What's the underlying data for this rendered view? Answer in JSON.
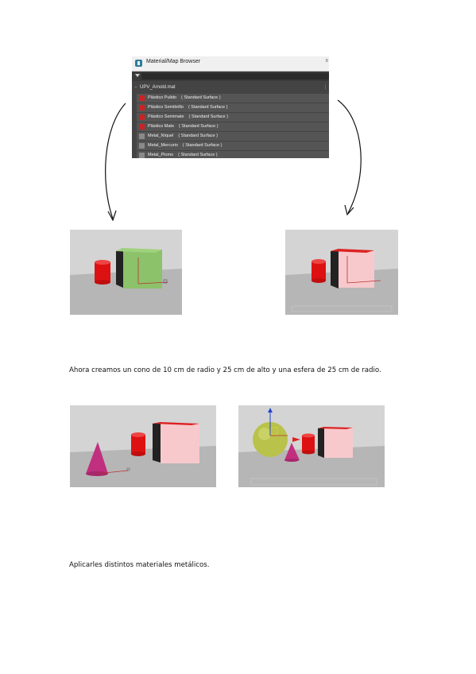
{
  "material_browser": {
    "title": "Material/Map Browser",
    "close_glyph": "x",
    "group": {
      "label": "UPV_Arnold.mat",
      "expander": "-"
    },
    "items": [
      {
        "name": "Plástico Pulido",
        "type": "( Standard Surface )",
        "swatch": "#cc2222"
      },
      {
        "name": "Plástico Semibrillo",
        "type": "( Standard Surface )",
        "swatch": "#cc2222"
      },
      {
        "name": "Plástico Semimate",
        "type": "( Standard Surface )",
        "swatch": "#cc2222"
      },
      {
        "name": "Plástico Mate",
        "type": "( Standard Surface )",
        "swatch": "#cc2222"
      },
      {
        "name": "Metal_Níquel",
        "type": "( Standard Surface )",
        "swatch": "#8a8a8a"
      },
      {
        "name": "Metal_Mercurio",
        "type": "( Standard Surface )",
        "swatch": "#8a8a8a"
      },
      {
        "name": "Metal_Plomo",
        "type": "( Standard Surface )",
        "swatch": "#8a8a8a"
      }
    ]
  },
  "captions": {
    "line1": "Ahora creamos un cono de 10 cm de radio y 25 cm de alto y una esfera de 25 cm de radio.",
    "line2": "Aplicarles distintos materiales metálicos."
  },
  "colors": {
    "viewport_bg": "#d4d4d4",
    "viewport_floor": "#b6b6b6",
    "cylinder_red": "#dd1111",
    "cube_green": "#8cc26a",
    "cube_pink": "#f7c9cc",
    "cone_magenta": "#c0307e",
    "sphere_yellowgreen": "#b9c24a"
  },
  "icons": [
    "material-map-icon",
    "dropdown-arrow-icon",
    "close-icon",
    "curved-arrow-left-icon",
    "curved-arrow-right-icon"
  ]
}
